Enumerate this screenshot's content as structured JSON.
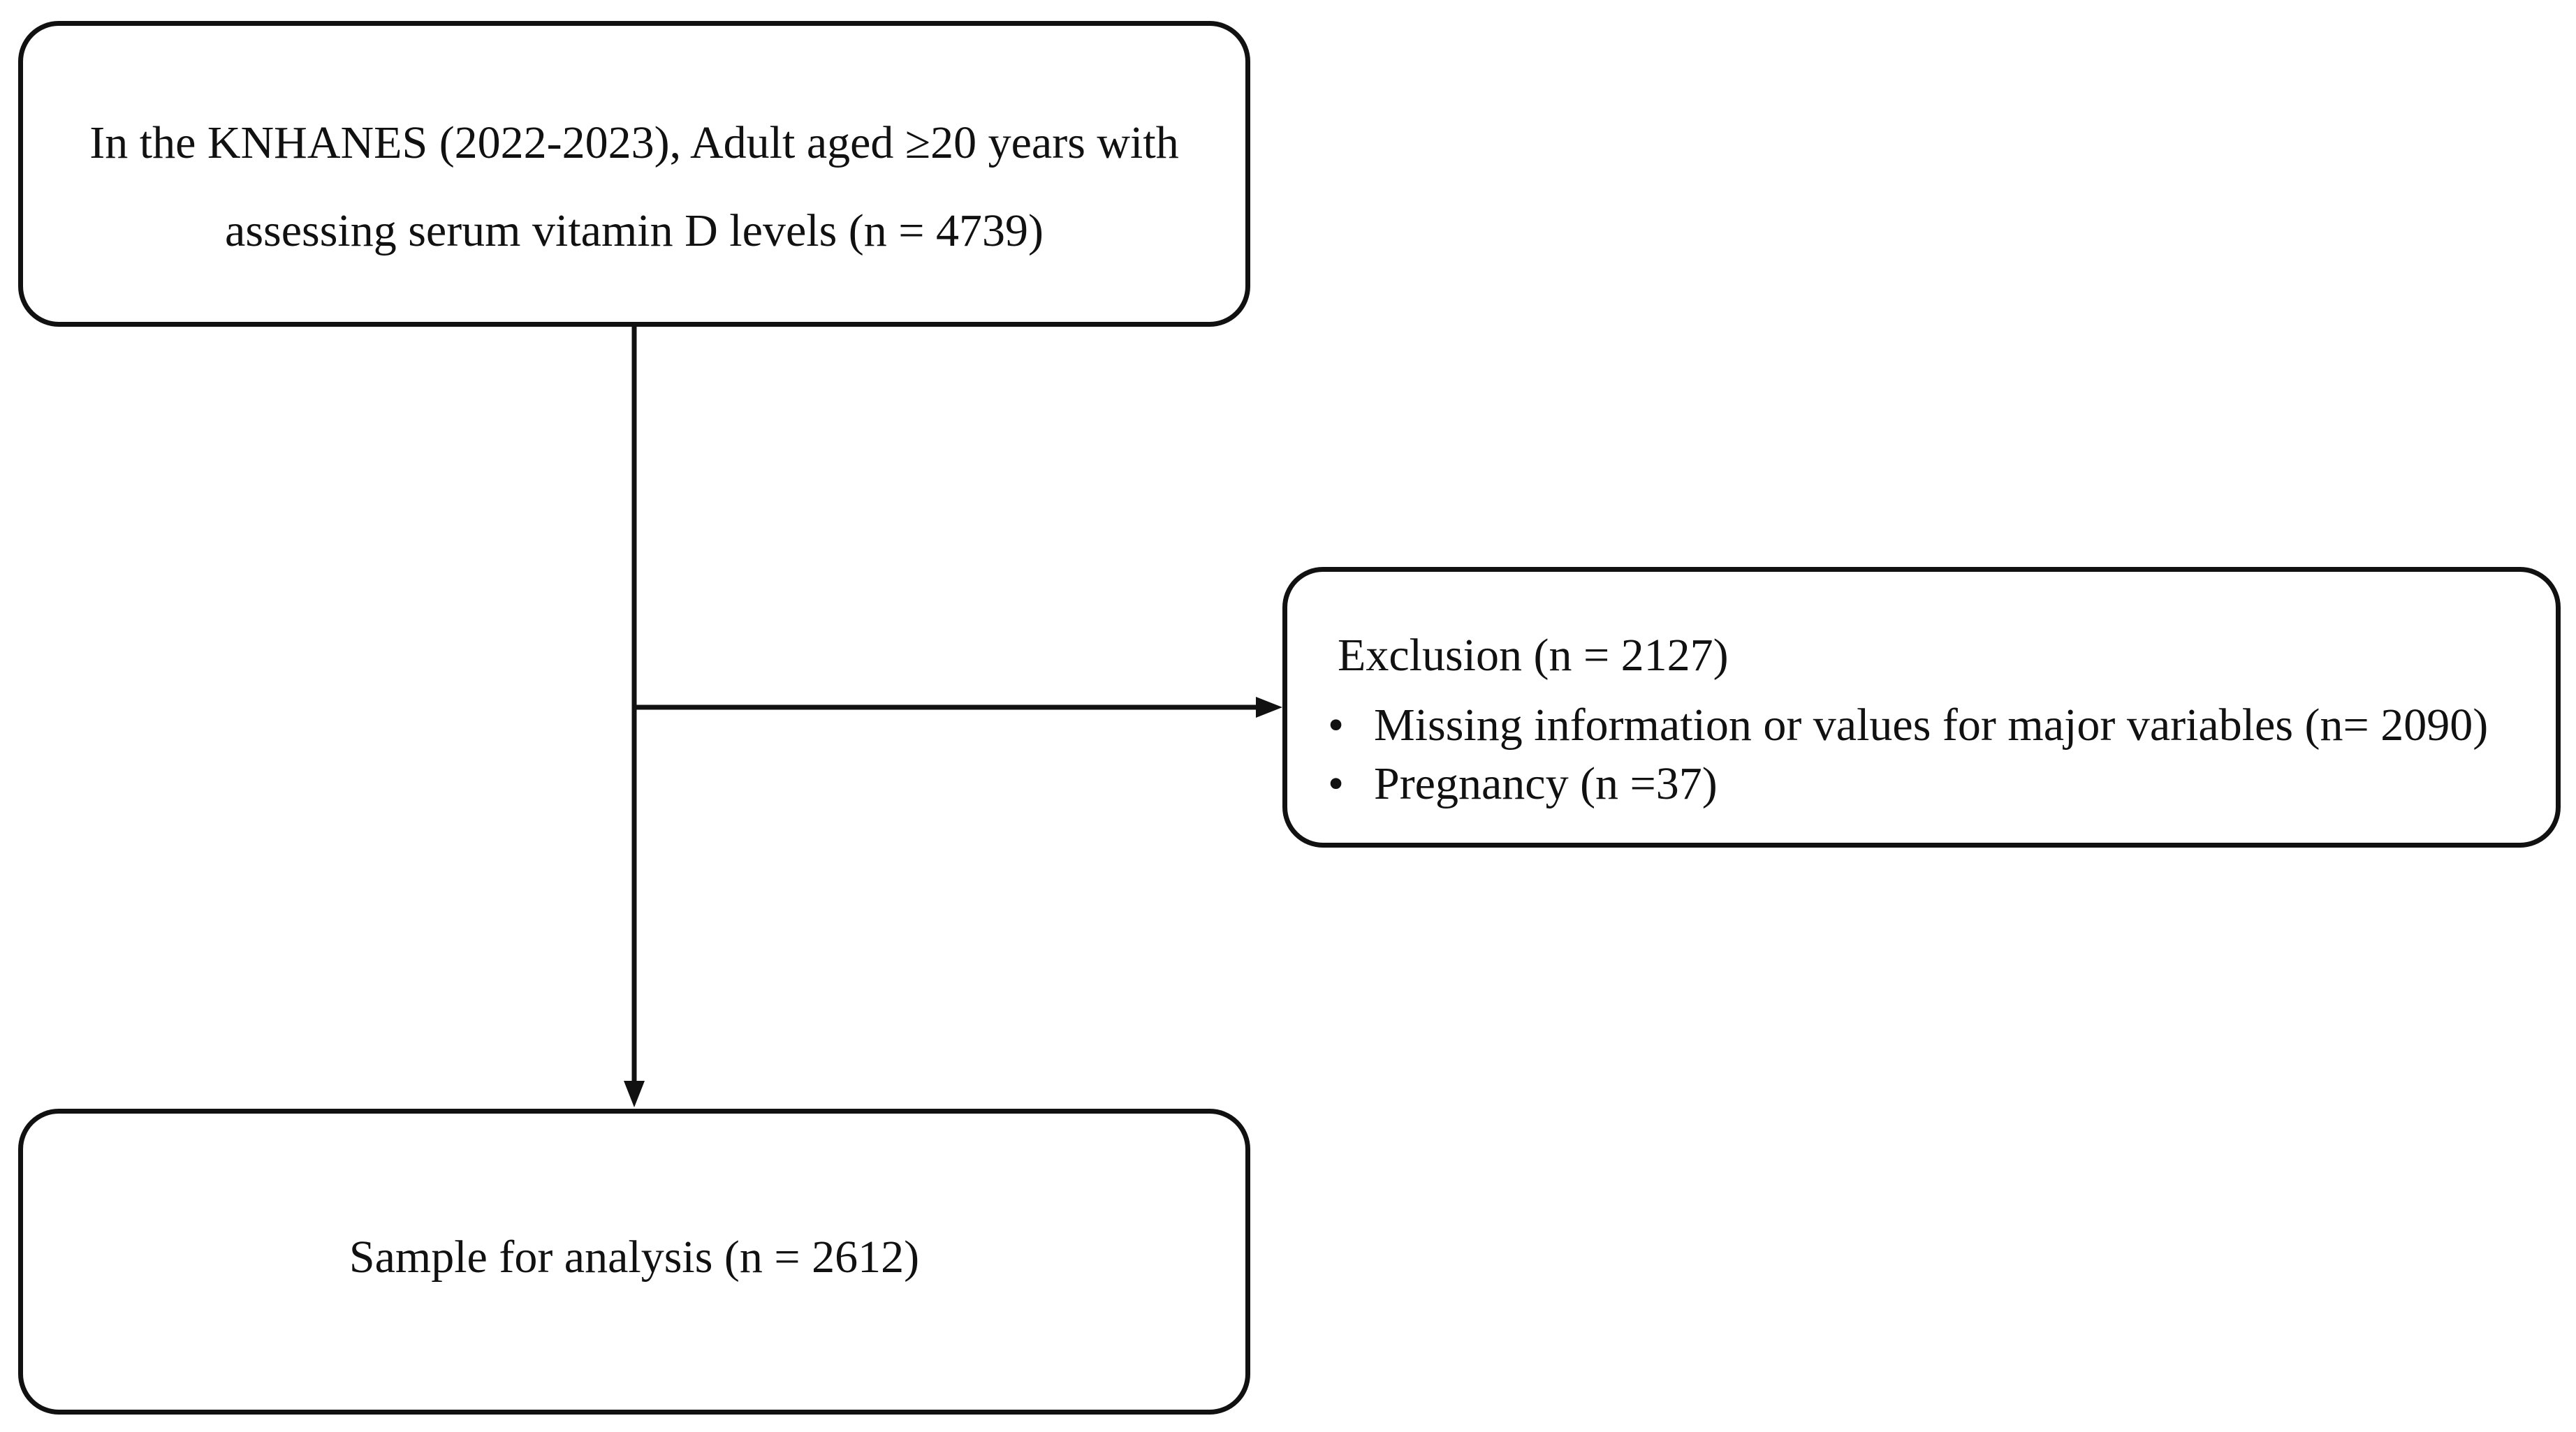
{
  "nodes": {
    "top": {
      "line1": "In the KNHANES (2022-2023), Adult aged ≥20 years with",
      "line2": "assessing serum vitamin D levels (n =  4739)"
    },
    "exclusion": {
      "title": "Exclusion (n =  2127)",
      "items": [
        {
          "bullet": "•",
          "text": "Missing information or values for major variables  (n=  2090)"
        },
        {
          "bullet": "•",
          "text": "Pregnancy (n =37)"
        }
      ]
    },
    "sample": {
      "text": "Sample for analysis (n =  2612)"
    }
  },
  "edges": [
    {
      "from": "top",
      "to": "sample",
      "type": "arrow"
    },
    {
      "from": "top",
      "to": "exclusion",
      "type": "branch-arrow"
    }
  ]
}
